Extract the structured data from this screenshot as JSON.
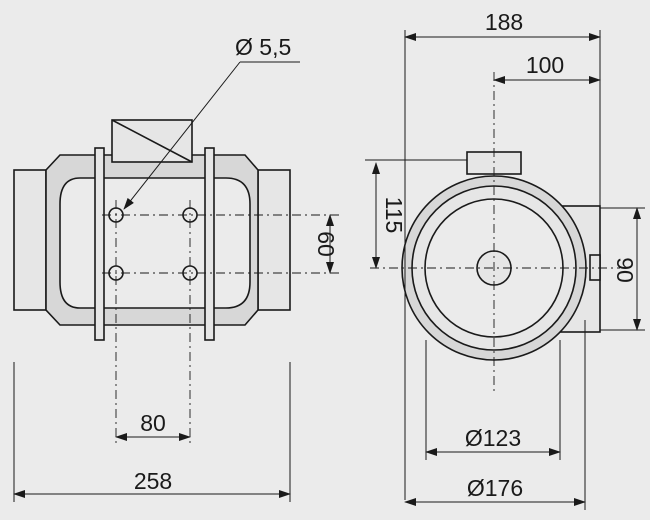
{
  "dimensions": {
    "total_length": "258",
    "hole_spacing": "80",
    "hole_vertical_spacing": "60",
    "hole_diameter": "Ø 5,5",
    "overall_width": "188",
    "center_offset": "100",
    "height_to_center": "115",
    "box_height": "90",
    "inner_diameter": "Ø123",
    "outer_diameter": "Ø176"
  }
}
